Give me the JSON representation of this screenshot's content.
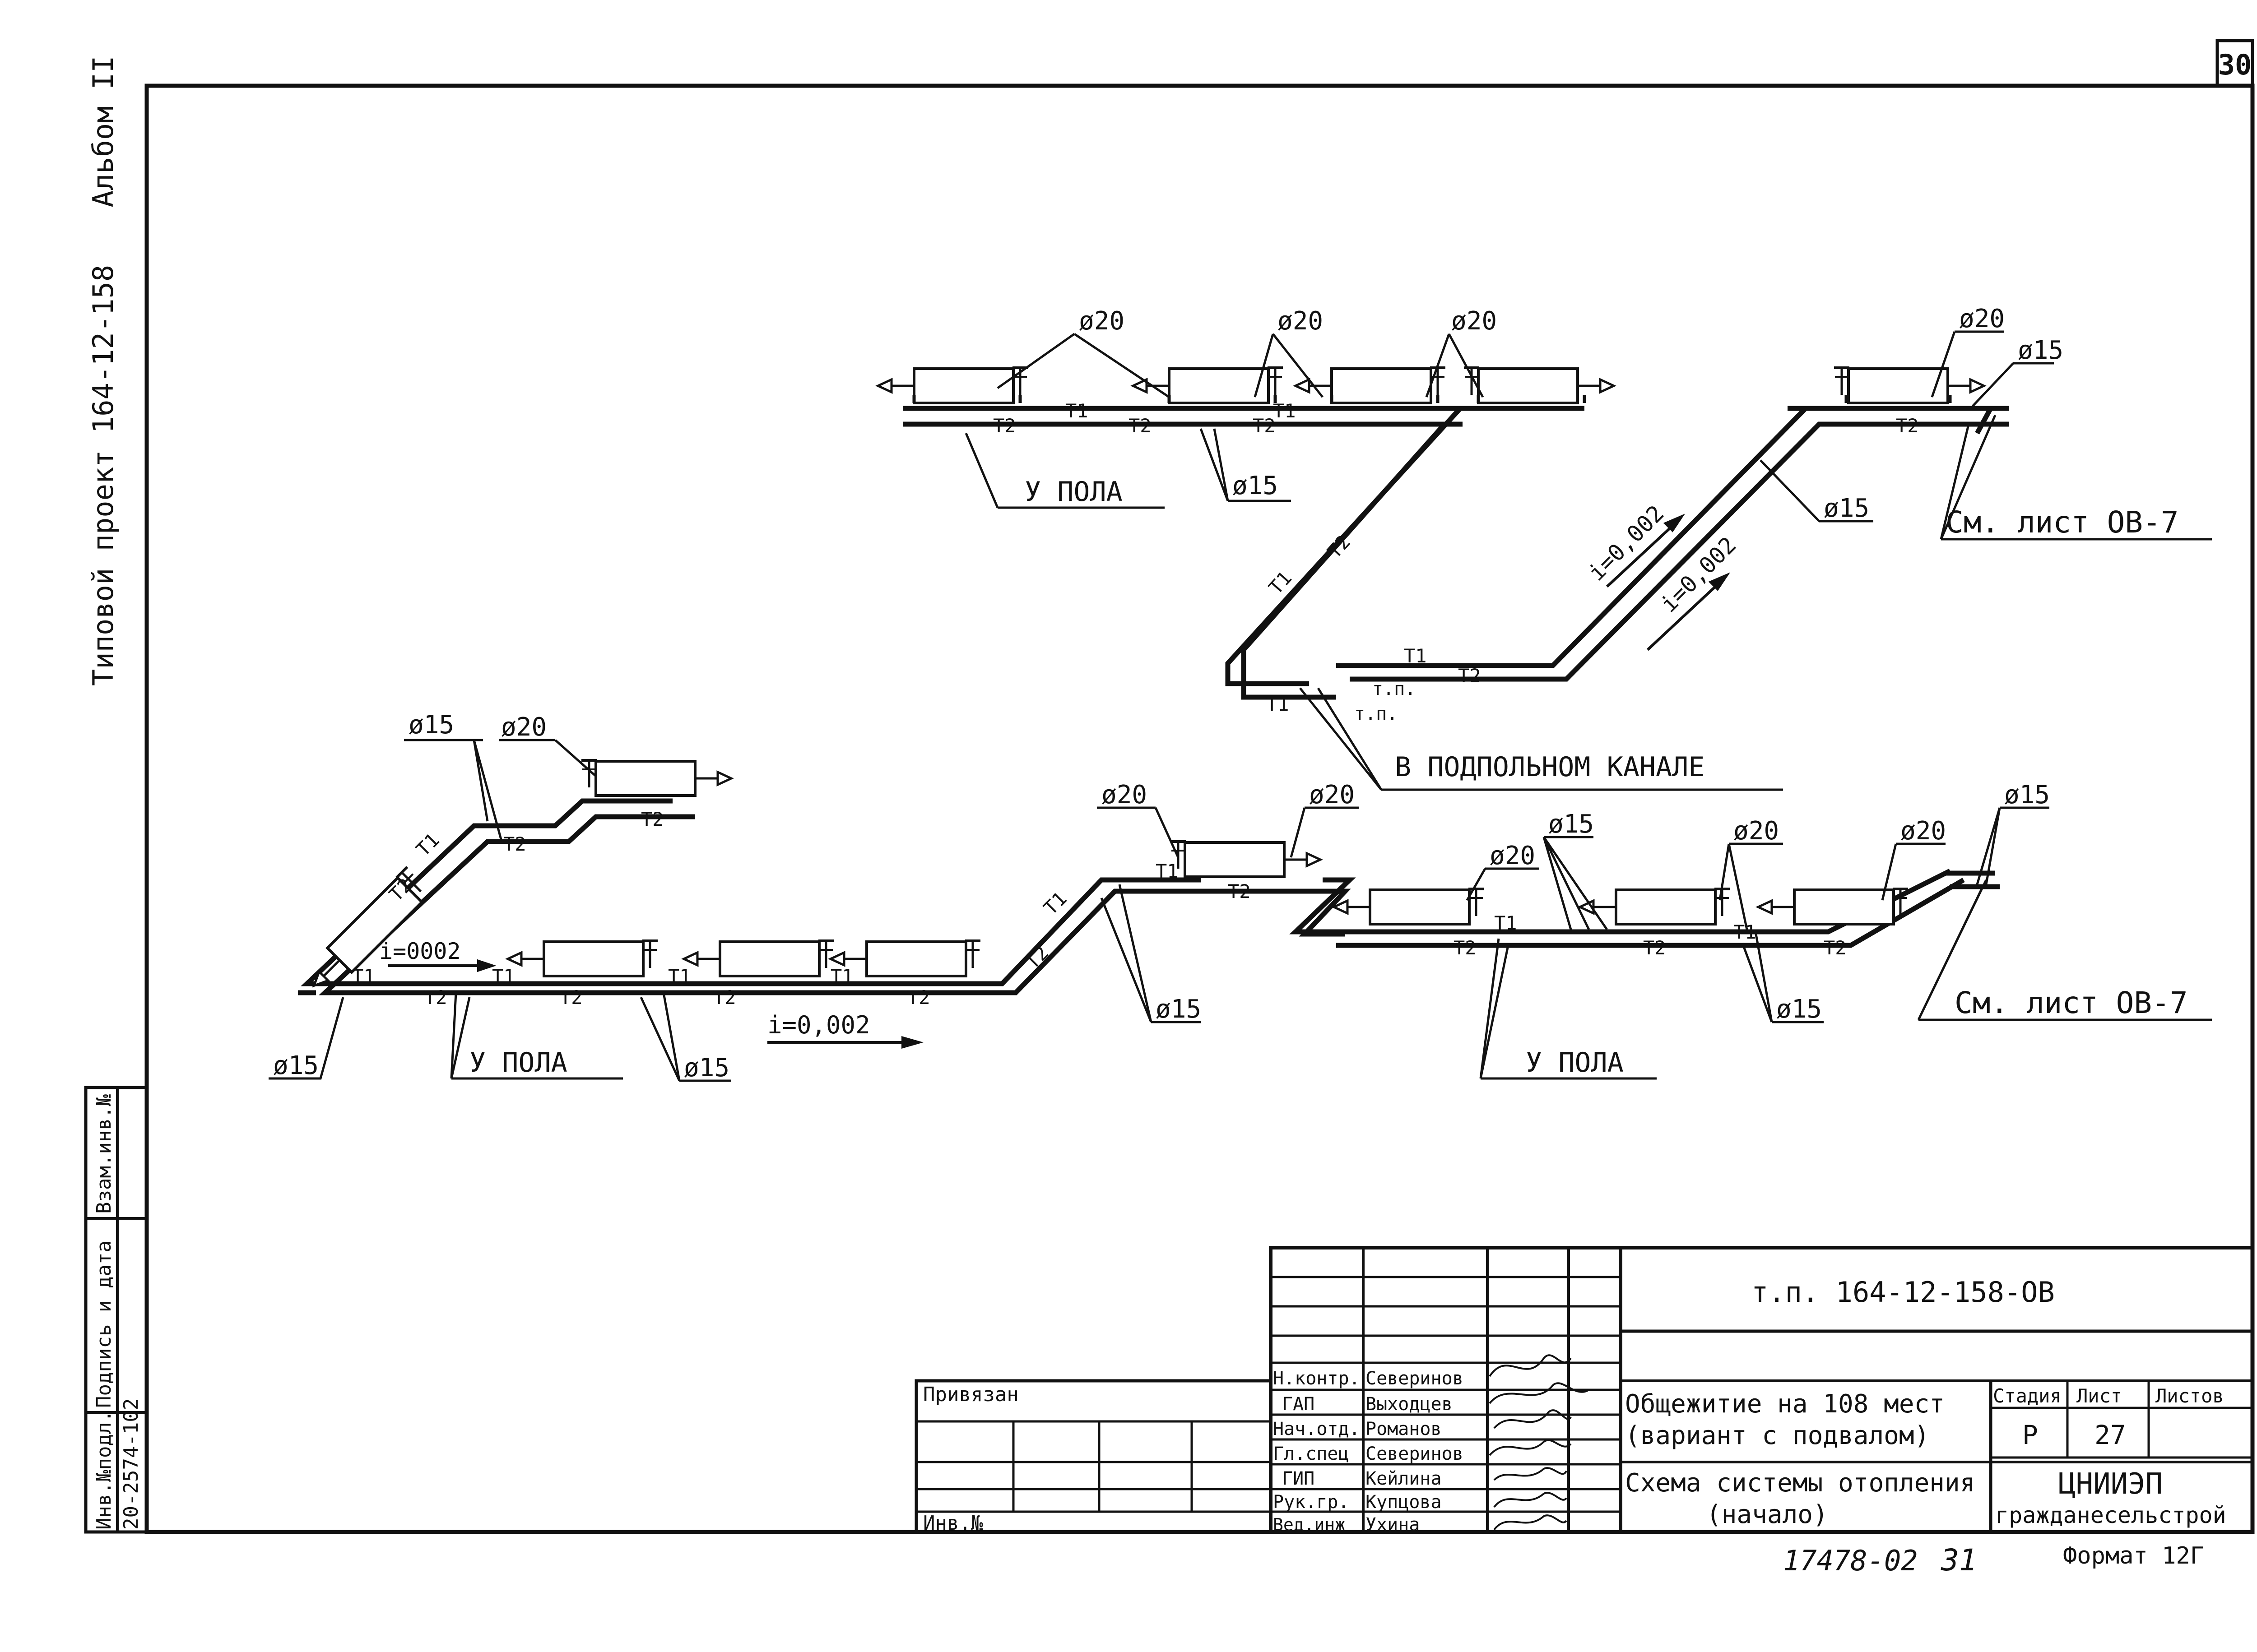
{
  "sheet_number": "30",
  "side_stamp": {
    "project_line": "Типовой проект 164-12-158",
    "album": "Альбом II"
  },
  "left_stamp": {
    "vzam_inv": "Взам.инв.№",
    "podpis_data": "Подпись и дата",
    "inv_podl": "Инв.№подл.",
    "inv_podl_value": "20-2574-102"
  },
  "diagram": {
    "labels": {
      "d20": "ø20",
      "d15": "ø15",
      "t1": "T1",
      "t2": "T2",
      "tp": "т.п.",
      "u_pola": "У ПОЛА",
      "slope": "i=0,002",
      "slope_alt": "i=0002",
      "v_kanale": "В ПОДПОЛЬНОМ КАНАЛЕ",
      "sm_list": "См. лист ОВ-7"
    }
  },
  "title_block": {
    "doc_code": "т.п. 164-12-158-ОВ",
    "privyazan": "Привязан",
    "inv_no": "Инв.№",
    "roles": [
      "Н.контр.",
      "ГАП",
      "Нач.отд.",
      "Гл.спец",
      "ГИП",
      "Рук.гр.",
      "Вед.инж"
    ],
    "names": [
      "Северинов",
      "Выходцев",
      "Романов",
      "Северинов",
      "Кейлина",
      "Купцова",
      "Ухина"
    ],
    "object_line1": "Общежитие на 108 мест",
    "object_line2": "(вариант с подвалом)",
    "sheet_title_line1": "Схема системы отопления",
    "sheet_title_line2": "(начало)",
    "stage_header": "Стадия",
    "sheet_header": "Лист",
    "sheets_header": "Листов",
    "stage": "Р",
    "sheet": "27",
    "sheets": "",
    "org_line1": "ЦНИИЭП",
    "org_line2": "гражданесельстрой",
    "archive_no": "17478-02",
    "archive_page": "31",
    "format": "Формат 12Г"
  }
}
